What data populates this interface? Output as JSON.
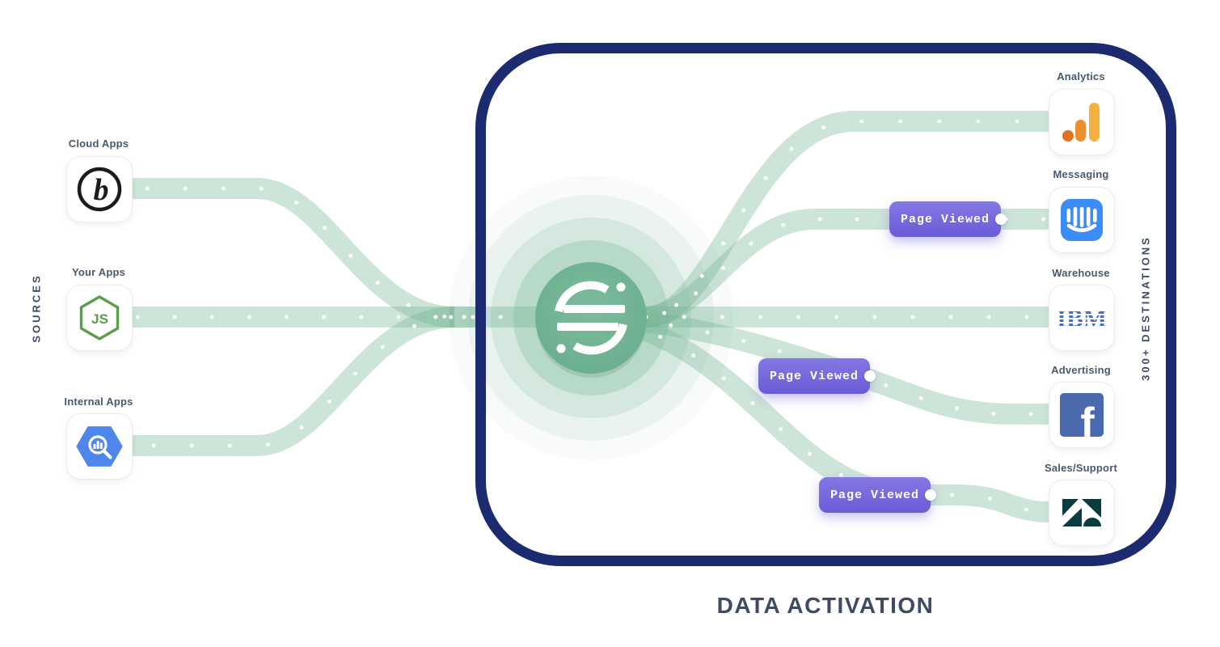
{
  "title": "DATA ACTIVATION",
  "rails": {
    "sources_label": "SOURCES",
    "destinations_label": "300+ DESTINATIONS"
  },
  "hub": {
    "name": "segment-hub",
    "color": "#72b494"
  },
  "sources": [
    {
      "label": "Cloud Apps",
      "icon": "braze-icon",
      "icon_text": "b"
    },
    {
      "label": "Your Apps",
      "icon": "nodejs-icon",
      "icon_text": "JS"
    },
    {
      "label": "Internal Apps",
      "icon": "bigquery-icon",
      "icon_text": ""
    }
  ],
  "destinations": [
    {
      "label": "Analytics",
      "icon": "google-analytics-icon",
      "icon_text": ""
    },
    {
      "label": "Messaging",
      "icon": "intercom-icon",
      "icon_text": ""
    },
    {
      "label": "Warehouse",
      "icon": "ibm-icon",
      "icon_text": "IBM"
    },
    {
      "label": "Advertising",
      "icon": "facebook-icon",
      "icon_text": "f"
    },
    {
      "label": "Sales/Support",
      "icon": "zendesk-icon",
      "icon_text": ""
    }
  ],
  "event_badges": [
    {
      "label": "Page Viewed"
    },
    {
      "label": "Page Viewed"
    },
    {
      "label": "Page Viewed"
    }
  ],
  "colors": {
    "frame_navy": "#1c2b70",
    "path_green": "#cde4d8",
    "hub_green": "#72b494",
    "badge_purple": "#695cd6",
    "text_slate": "#3e4b63"
  }
}
